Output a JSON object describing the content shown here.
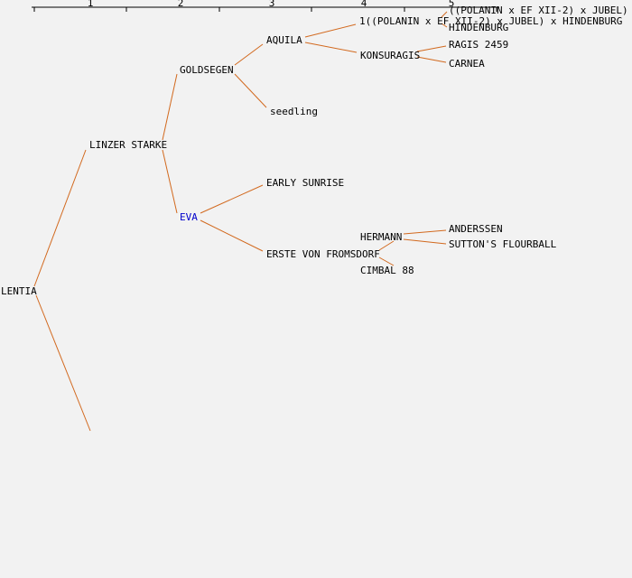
{
  "colors": {
    "background": "#f2f2f2",
    "edge": "#d2691e",
    "text": "#000000",
    "selected_text": "#0000cc",
    "axis": "#000000"
  },
  "axis": {
    "labels": [
      "1",
      "2",
      "3",
      "4",
      "5"
    ]
  },
  "tree": {
    "nodes": [
      {
        "id": "lentia",
        "label": "LENTIA",
        "generation": 0
      },
      {
        "id": "linzer-starke",
        "label": "LINZER STARKE",
        "generation": 1
      },
      {
        "id": "goldsegen",
        "label": "GOLDSEGEN",
        "generation": 2
      },
      {
        "id": "eva",
        "label": "EVA",
        "generation": 2,
        "selected": true
      },
      {
        "id": "aquila",
        "label": "AQUILA",
        "generation": 3
      },
      {
        "id": "seedling",
        "label": "seedling",
        "generation": 3
      },
      {
        "id": "early-sunrise",
        "label": "EARLY SUNRISE",
        "generation": 3
      },
      {
        "id": "erste-von-fromsdorf",
        "label": "ERSTE VON FROMSDORF",
        "generation": 3
      },
      {
        "id": "polanin-jubel-x-hindenburg",
        "label": "1((POLANIN x EF XII-2) x JUBEL) x HINDENBURG",
        "generation": 4
      },
      {
        "id": "konsuragis",
        "label": "KONSURAGIS",
        "generation": 4
      },
      {
        "id": "hermann",
        "label": "HERMANN",
        "generation": 4
      },
      {
        "id": "cimbal-88",
        "label": "CIMBAL 88",
        "generation": 4
      },
      {
        "id": "polanin-jubel",
        "label": "((POLANIN x EF XII-2) x JUBEL)",
        "generation": 5
      },
      {
        "id": "hindenburg",
        "label": "HINDENBURG",
        "generation": 5
      },
      {
        "id": "ragis-2459",
        "label": "RAGIS 2459",
        "generation": 5
      },
      {
        "id": "carnea",
        "label": "CARNEA",
        "generation": 5
      },
      {
        "id": "anderssen",
        "label": "ANDERSSEN",
        "generation": 5
      },
      {
        "id": "suttons-flourball",
        "label": "SUTTON'S FLOURBALL",
        "generation": 5
      }
    ],
    "relations": [
      [
        "lentia",
        "linzer-starke"
      ],
      [
        "lentia",
        "unknown"
      ],
      [
        "linzer-starke",
        "goldsegen"
      ],
      [
        "linzer-starke",
        "eva"
      ],
      [
        "goldsegen",
        "aquila"
      ],
      [
        "goldsegen",
        "seedling"
      ],
      [
        "aquila",
        "polanin-jubel-x-hindenburg"
      ],
      [
        "aquila",
        "konsuragis"
      ],
      [
        "polanin-jubel-x-hindenburg",
        "polanin-jubel"
      ],
      [
        "polanin-jubel-x-hindenburg",
        "hindenburg"
      ],
      [
        "konsuragis",
        "ragis-2459"
      ],
      [
        "konsuragis",
        "carnea"
      ],
      [
        "eva",
        "early-sunrise"
      ],
      [
        "eva",
        "erste-von-fromsdorf"
      ],
      [
        "erste-von-fromsdorf",
        "hermann"
      ],
      [
        "erste-von-fromsdorf",
        "cimbal-88"
      ],
      [
        "hermann",
        "anderssen"
      ],
      [
        "hermann",
        "suttons-flourball"
      ]
    ]
  }
}
